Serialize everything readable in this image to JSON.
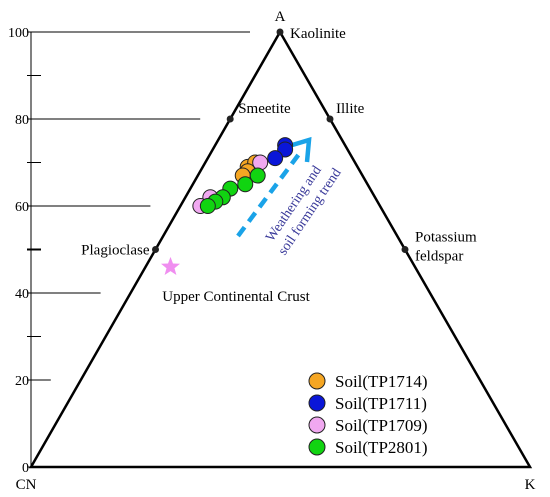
{
  "chart_data": {
    "type": "scatter",
    "subtype": "ternary A-CN-K diagram",
    "vertices": {
      "top": "A",
      "left": "CN",
      "right": "K"
    },
    "axis": {
      "ticks": [
        0,
        20,
        40,
        60,
        80,
        100
      ],
      "tick_labels": [
        "0",
        "20",
        "40",
        "60",
        "80",
        "100"
      ],
      "range": [
        0,
        100
      ],
      "grid": false
    },
    "reference_points": [
      {
        "name": "Kaolinite",
        "A": 100,
        "K": 0
      },
      {
        "name": "Smeetite",
        "A": 80,
        "K": 0
      },
      {
        "name": "Illite",
        "A": 80,
        "K": 20
      },
      {
        "name": "Plagioclase",
        "A": 50,
        "K": 0
      },
      {
        "name": "Potassium feldspar",
        "name_lines": [
          "Potassium",
          "feldspar"
        ],
        "A": 50,
        "K": 50
      }
    ],
    "ucc": {
      "label": "Upper Continental Crust",
      "A": 46,
      "K": 5,
      "color": "#f08ef0"
    },
    "trend": {
      "label_lines": [
        "Weathering and",
        "soil forming trend"
      ],
      "color": "#1aa3e8"
    },
    "series": [
      {
        "name": "Soil(TP1714)",
        "color": "#f5a623",
        "points": [
          {
            "A": 69,
            "K": 9
          },
          {
            "A": 70,
            "K": 10
          },
          {
            "A": 68,
            "K": 9.5
          },
          {
            "A": 67,
            "K": 9
          }
        ]
      },
      {
        "name": "Soil(TP1711)",
        "color": "#0a16d8",
        "points": [
          {
            "A": 74,
            "K": 14
          },
          {
            "A": 73,
            "K": 14.5
          },
          {
            "A": 71,
            "K": 13.5
          }
        ]
      },
      {
        "name": "Soil(TP1709)",
        "color": "#f0a8f0",
        "points": [
          {
            "A": 62,
            "K": 5
          },
          {
            "A": 60,
            "K": 4
          },
          {
            "A": 70,
            "K": 11
          }
        ]
      },
      {
        "name": "Soil(TP2801)",
        "color": "#11d411",
        "points": [
          {
            "A": 67,
            "K": 12
          },
          {
            "A": 65,
            "K": 10.5
          },
          {
            "A": 64,
            "K": 8
          },
          {
            "A": 62,
            "K": 7.5
          },
          {
            "A": 61,
            "K": 6.5
          },
          {
            "A": 60,
            "K": 5.5
          }
        ]
      }
    ],
    "legend_position": "bottom-right"
  }
}
